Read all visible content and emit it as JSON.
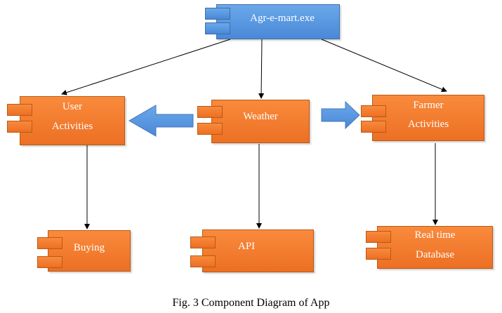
{
  "components": {
    "main": {
      "label": "Agr-e-mart.exe"
    },
    "user_activities": {
      "line1": "User",
      "line2": "Activities"
    },
    "weather": {
      "label": "Weather"
    },
    "farmer_activities": {
      "line1": "Farmer",
      "line2": "Activities"
    },
    "buying": {
      "label": "Buying"
    },
    "api": {
      "label": "API"
    },
    "database": {
      "line1": "Real time",
      "line2": "Database"
    }
  },
  "caption": "Fig. 3 Component Diagram of App",
  "colors": {
    "component_fill": "#f07a2e",
    "main_fill": "#5b9be6",
    "block_arrow": "#5b9be6",
    "connector": "#000000"
  }
}
